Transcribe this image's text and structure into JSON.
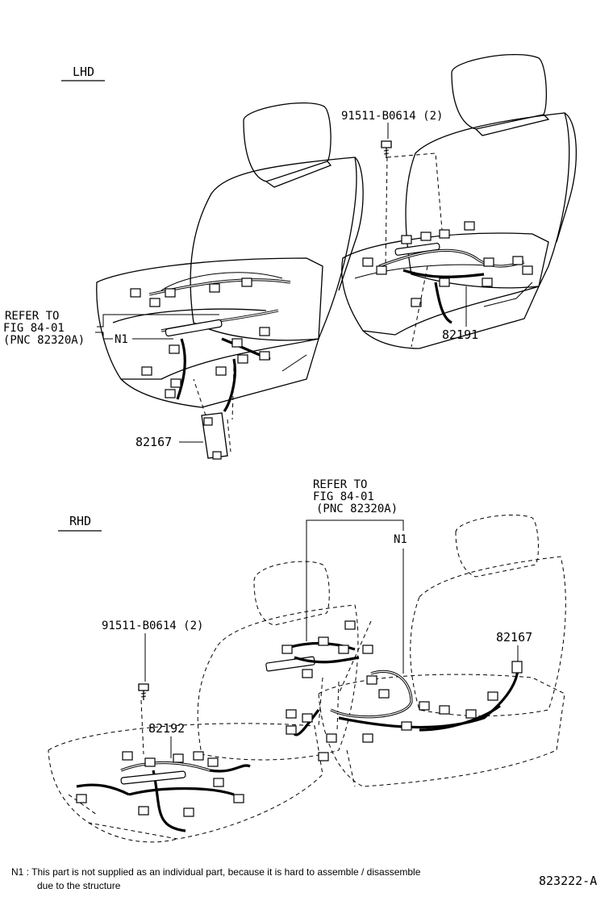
{
  "sections": {
    "lhd": "LHD",
    "rhd": "RHD"
  },
  "lhd": {
    "bolt_label": "91511-B0614 (2)",
    "refer_line1": "REFER TO",
    "refer_line2": "FIG 84-01",
    "refer_line3": "(PNC 82320A)",
    "n1": "N1",
    "part_82191": "82191",
    "part_82167": "82167"
  },
  "rhd": {
    "refer_line1": "REFER TO",
    "refer_line2": "FIG 84-01",
    "refer_line3": "(PNC 82320A)",
    "n1": "N1",
    "bolt_label": "91511-B0614 (2)",
    "part_82192": "82192",
    "part_82167": "82167"
  },
  "footnote": {
    "line1": "N1 :  This part is not supplied as an individual part, because it is hard to assemble / disassemble",
    "line2": "due to the structure"
  },
  "figure_code": "823222-A"
}
